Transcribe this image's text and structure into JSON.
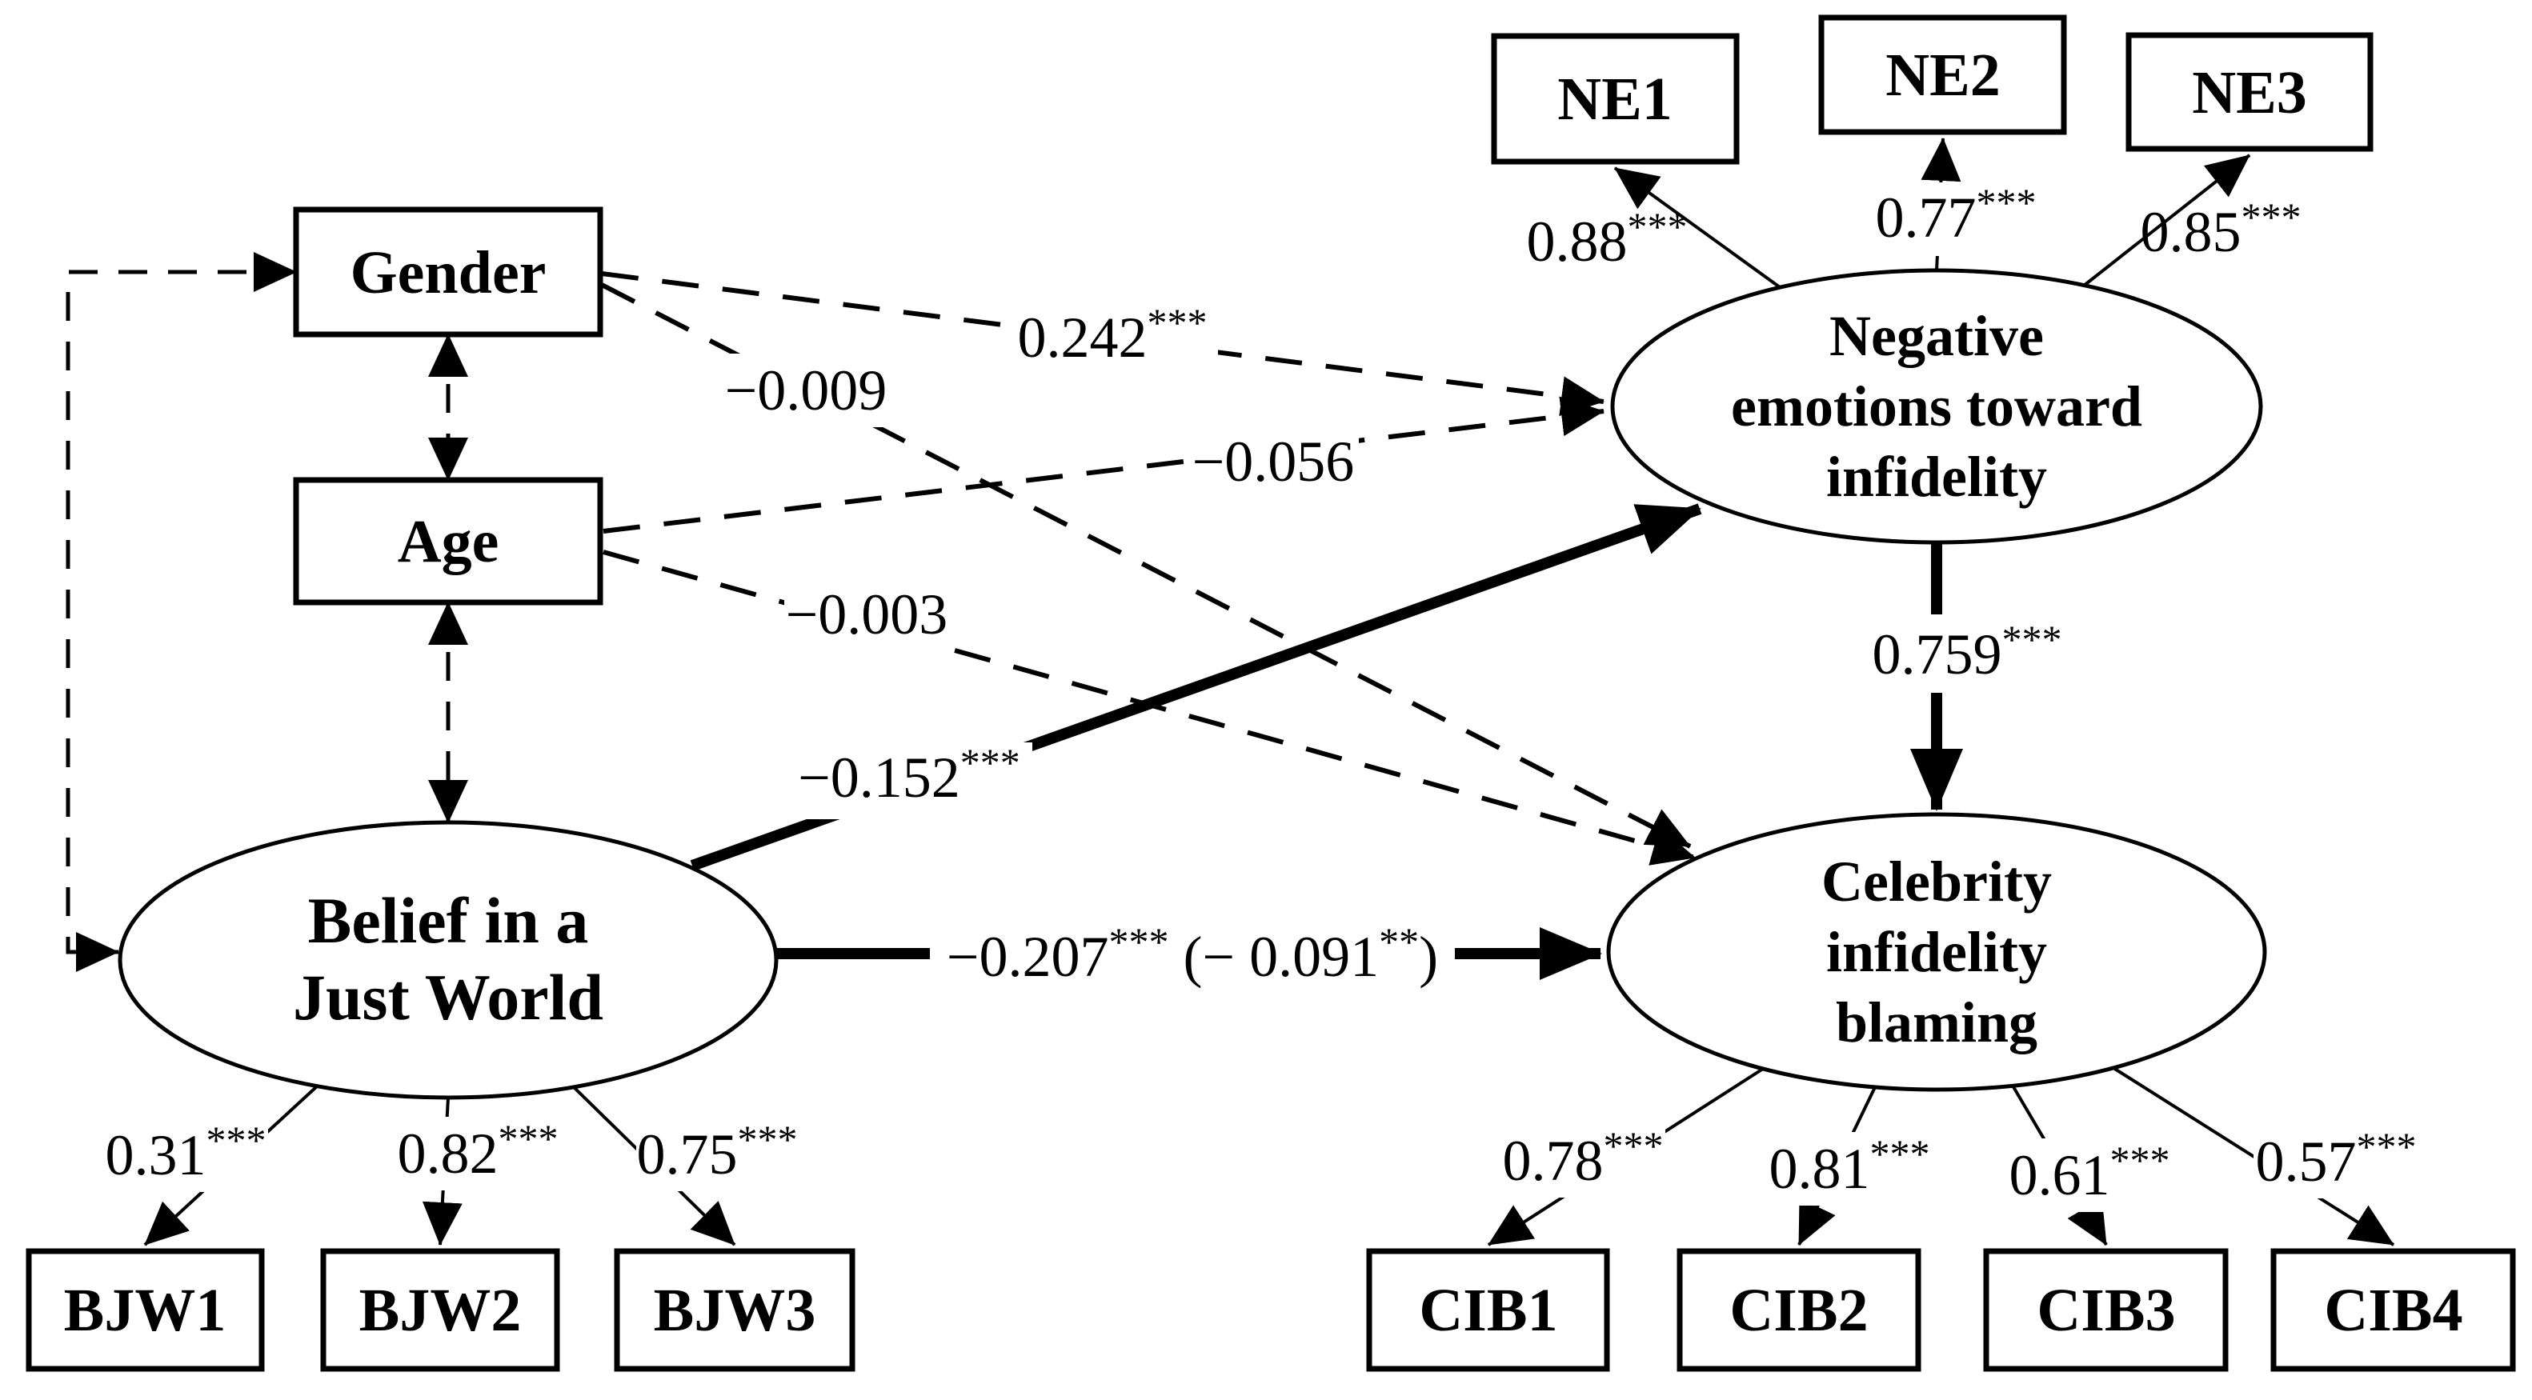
{
  "colors": {
    "ink": "#000000",
    "background": "#ffffff"
  },
  "figure": {
    "type": "structural-equation-model-path-diagram",
    "observed": {
      "gender": "Gender",
      "age": "Age",
      "ne_items": [
        "NE1",
        "NE2",
        "NE3"
      ],
      "bjw_items": [
        "BJW1",
        "BJW2",
        "BJW3"
      ],
      "cib_items": [
        "CIB1",
        "CIB2",
        "CIB3",
        "CIB4"
      ]
    },
    "latent": {
      "ne": {
        "lines": [
          "Negative",
          "emotions toward",
          "infidelity"
        ]
      },
      "bjw": {
        "lines": [
          "Belief in a",
          "Just World"
        ]
      },
      "cib": {
        "lines": [
          "Celebrity",
          "infidelity",
          "blaming"
        ]
      }
    },
    "loadings": {
      "ne": [
        {
          "t": "0.88",
          "s": "***"
        },
        {
          "t": "0.77",
          "s": "***"
        },
        {
          "t": "0.85",
          "s": "***"
        }
      ],
      "bjw": [
        {
          "t": "0.31",
          "s": "***"
        },
        {
          "t": "0.82",
          "s": "***"
        },
        {
          "t": "0.75",
          "s": "***"
        }
      ],
      "cib": [
        {
          "t": "0.78",
          "s": "***"
        },
        {
          "t": "0.81",
          "s": "***"
        },
        {
          "t": "0.61",
          "s": "***"
        },
        {
          "t": "0.57",
          "s": "***"
        }
      ]
    },
    "paths": {
      "gender_ne": {
        "t": "0.242",
        "s": "***"
      },
      "gender_cib": {
        "t": "−0.009",
        "s": ""
      },
      "age_ne": {
        "t": "−0.056",
        "s": ""
      },
      "age_cib": {
        "t": "−0.003",
        "s": ""
      },
      "bjw_ne": {
        "t": "−0.152",
        "s": "***"
      },
      "ne_cib": {
        "t": "0.759",
        "s": "***"
      },
      "bjw_cib": {
        "segments": [
          {
            "t": "−0.207",
            "s": "***"
          },
          {
            "t": " (− 0.091",
            "s": "**"
          },
          {
            "t": ")",
            "s": ""
          }
        ]
      }
    }
  }
}
